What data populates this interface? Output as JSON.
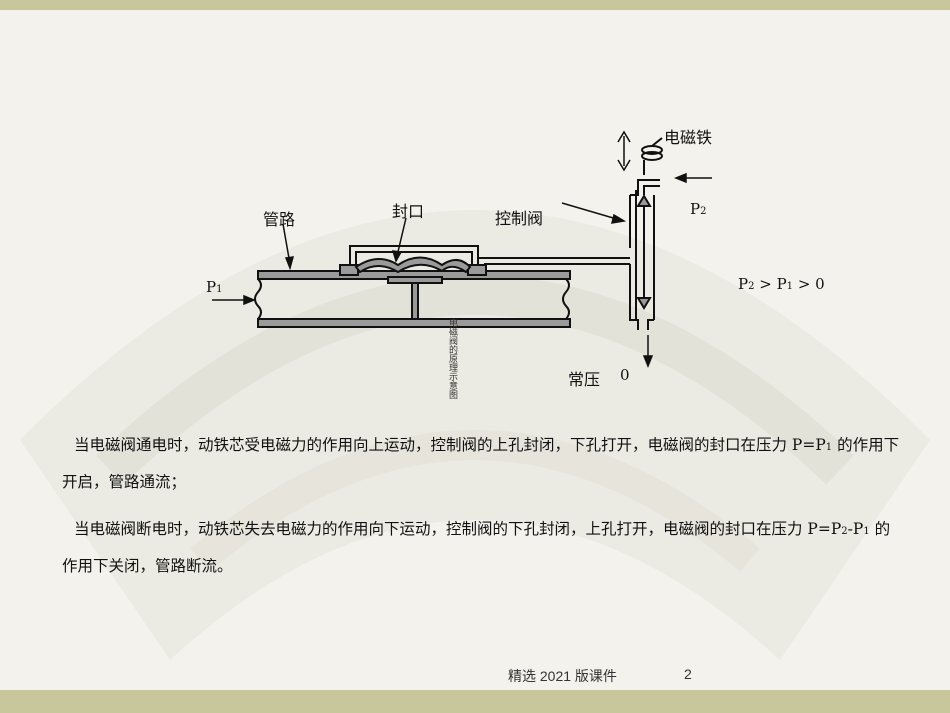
{
  "diagram": {
    "labels": {
      "electromagnet": "电磁铁",
      "pipe": "管路",
      "seal": "封口",
      "control_valve": "控制阀",
      "p1": "P",
      "p1_sub": "1",
      "p2": "P",
      "p2_sub": "2",
      "normal_pressure": "常压",
      "normal_pressure_value": "0",
      "condition_p2": "P",
      "condition_p2_sub": "2",
      "condition_gt1": " > ",
      "condition_p1": "P",
      "condition_p1_sub": "1",
      "condition_gt2": " > ",
      "condition_zero": "0"
    },
    "caption": "电磁阀的原理示意图"
  },
  "text": {
    "para1_a": "当电磁阀通电时，动铁芯受电磁力的作用向上运动，控制阀的上孔封闭，下孔打开，电磁阀的封口在压力 P=P",
    "para1_sub": "1",
    "para1_b": " 的作用下开启，管路通流；",
    "para2_a": "当电磁阀断电时，动铁芯失去电磁力的作用向下运动，控制阀的下孔封闭，上孔打开，电磁阀的封口在压力 P=P",
    "para2_sub1": "2",
    "para2_mid": "-P",
    "para2_sub2": "1",
    "para2_b": " 的作用下关闭，管路断流。"
  },
  "footer": {
    "label": "精选 2021 版课件",
    "page": "2"
  },
  "colors": {
    "bar": "#c8c79b",
    "background": "#f3f2ec",
    "component_fill": "#9a9a9a"
  }
}
